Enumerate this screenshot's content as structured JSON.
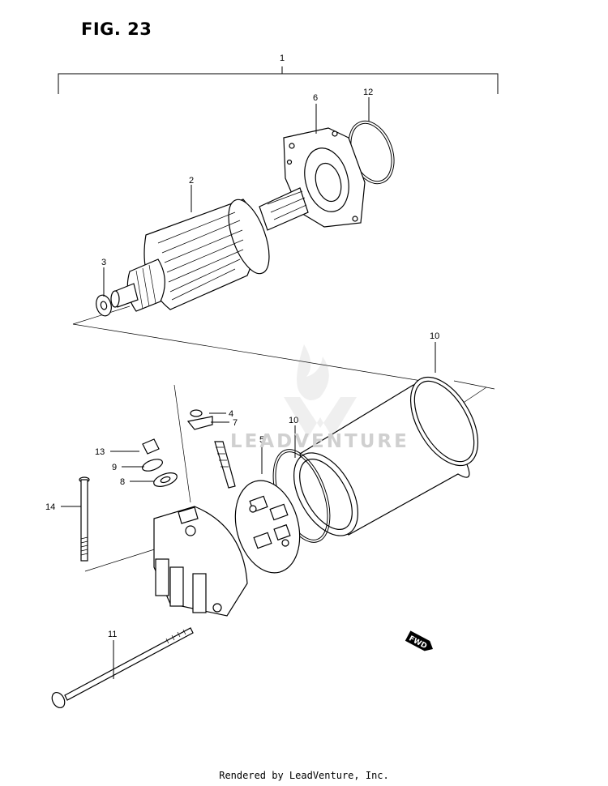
{
  "figure": {
    "title": "FIG. 23"
  },
  "footer": {
    "text": "Rendered by LeadVenture, Inc."
  },
  "watermark": {
    "text": "LEADVENTURE"
  },
  "fwd_badge": {
    "text": "FWD"
  },
  "callouts": {
    "c1": "1",
    "c2": "2",
    "c3": "3",
    "c4": "4",
    "c5": "5",
    "c6": "6",
    "c7": "7",
    "c8": "8",
    "c9": "9",
    "c10a": "10",
    "c10b": "10",
    "c11": "11",
    "c12": "12",
    "c13": "13",
    "c14": "14"
  }
}
